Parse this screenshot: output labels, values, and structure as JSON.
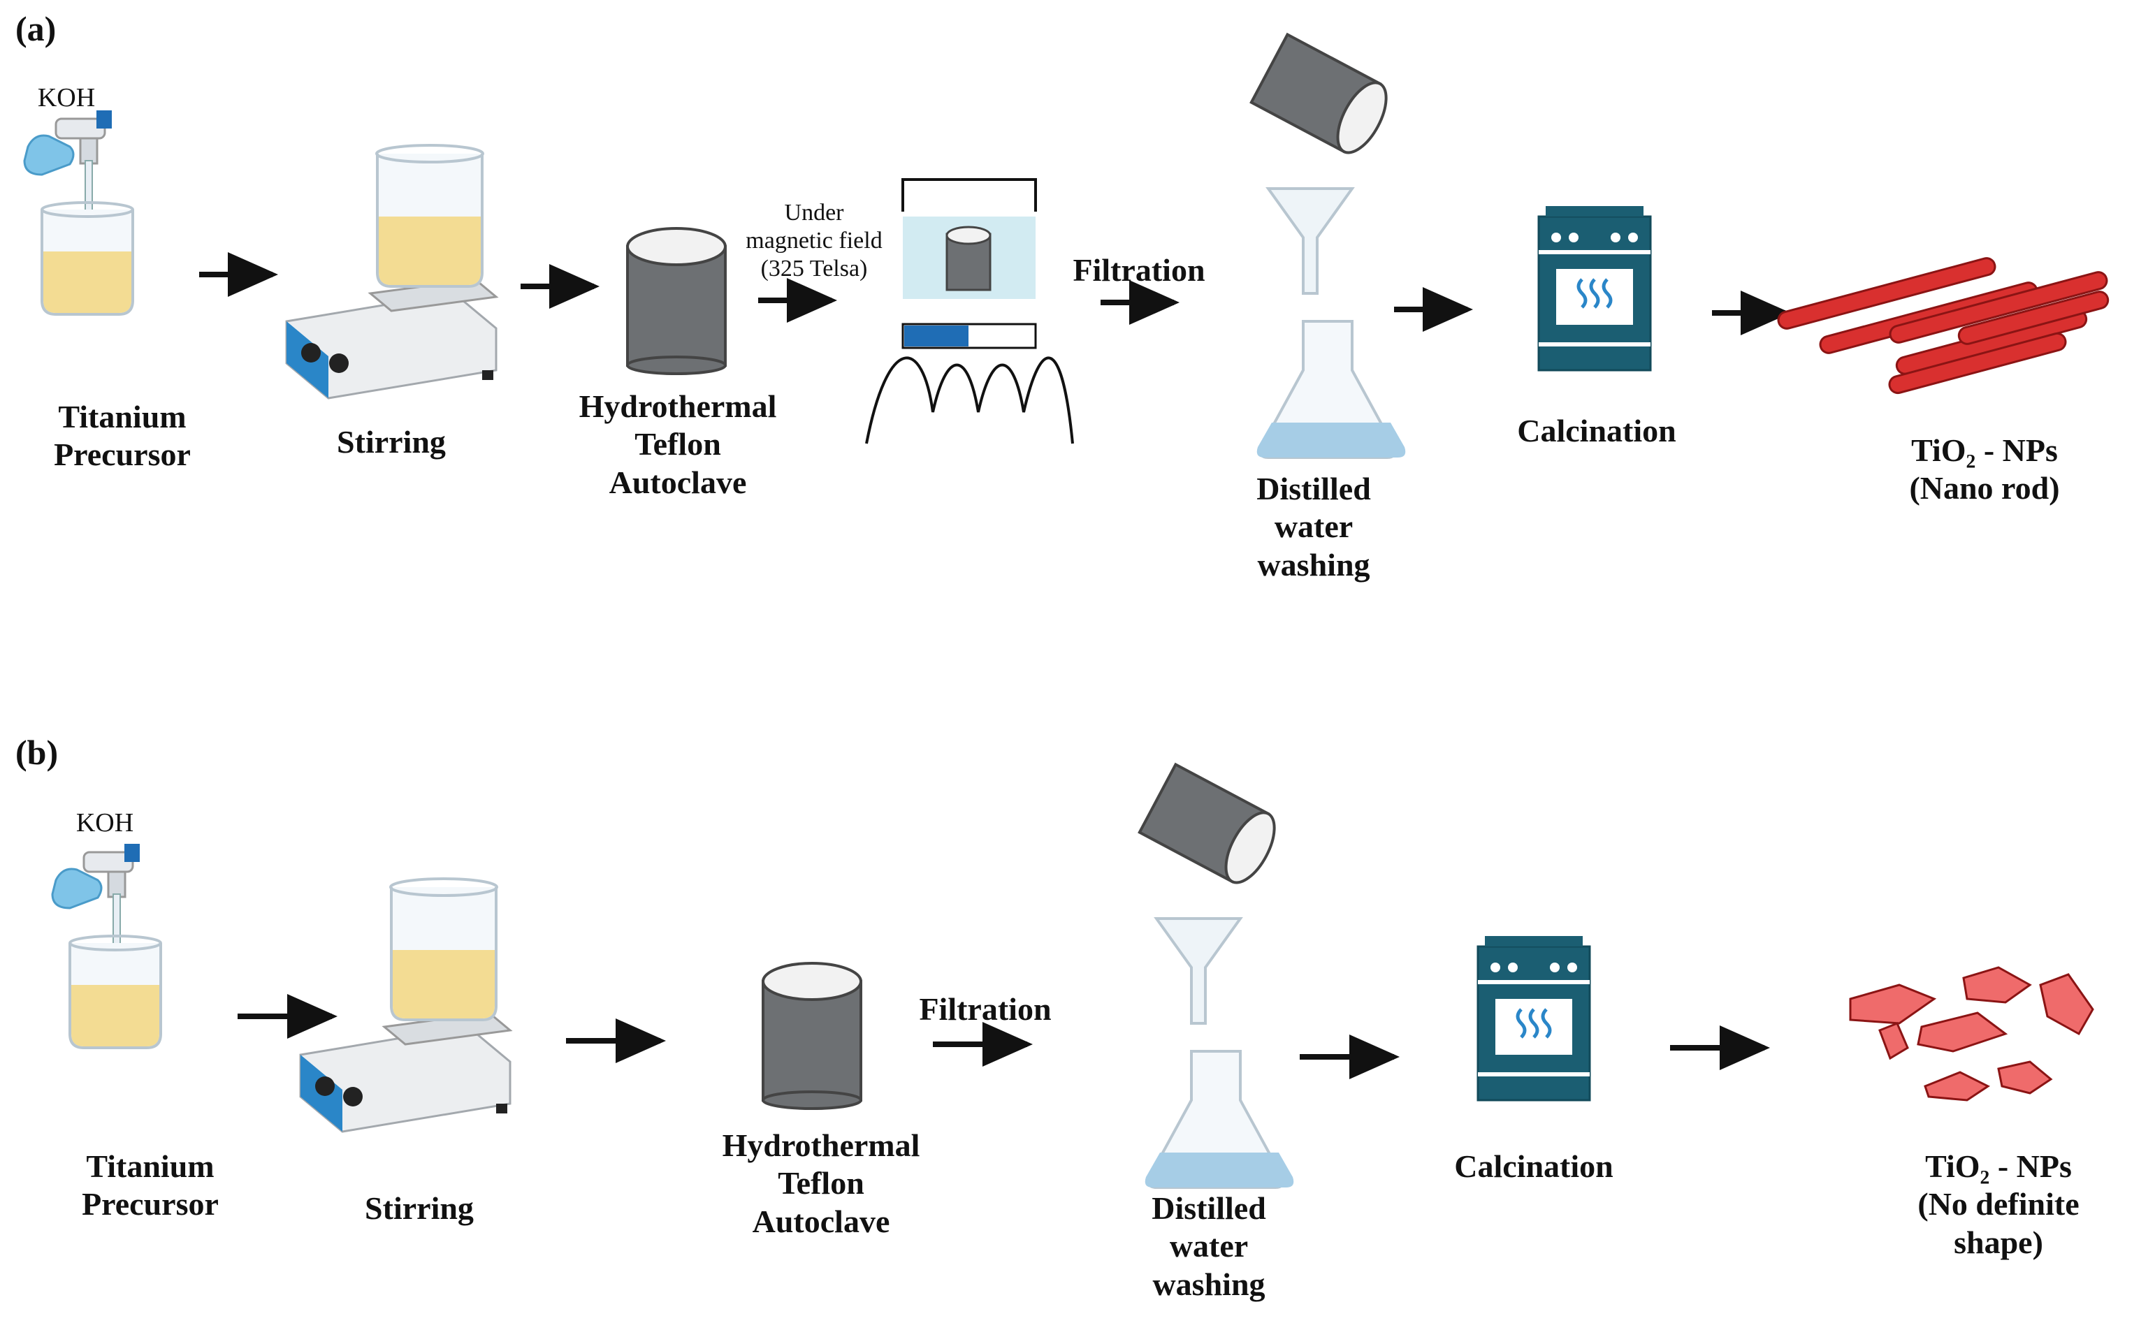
{
  "panels": {
    "a": {
      "label": "(a)",
      "koh": "KOH",
      "precursor": "Titanium\nPrecursor",
      "stirring": "Stirring",
      "autoclave": "Hydrothermal\nTeflon\nAutoclave",
      "magnetic": "Under\nmagnetic field\n(325 Telsa)",
      "filtration": "Filtration",
      "washing": "Distilled\nwater\nwashing",
      "calcination": "Calcination",
      "product": "TiO₂ - NPs\n(Nano rod)"
    },
    "b": {
      "label": "(b)",
      "koh": "KOH",
      "precursor": "Titanium\nPrecursor",
      "stirring": "Stirring",
      "autoclave": "Hydrothermal\nTeflon\nAutoclave",
      "filtration": "Filtration",
      "washing": "Distilled\nwater\nwashing",
      "calcination": "Calcination",
      "product": "TiO₂ - NPs\n(No definite\nshape)"
    }
  },
  "colors": {
    "liquid": "#f3dc93",
    "glass": "#dbe8ef",
    "stirrer_blue": "#2a86c8",
    "autoclave": "#6d7073",
    "oven": "#1b5e72",
    "rod": "#d9302f",
    "shard": "#ef6b6b",
    "magnet_blue": "#1f6db5",
    "field_box": "#d2ebf2"
  }
}
